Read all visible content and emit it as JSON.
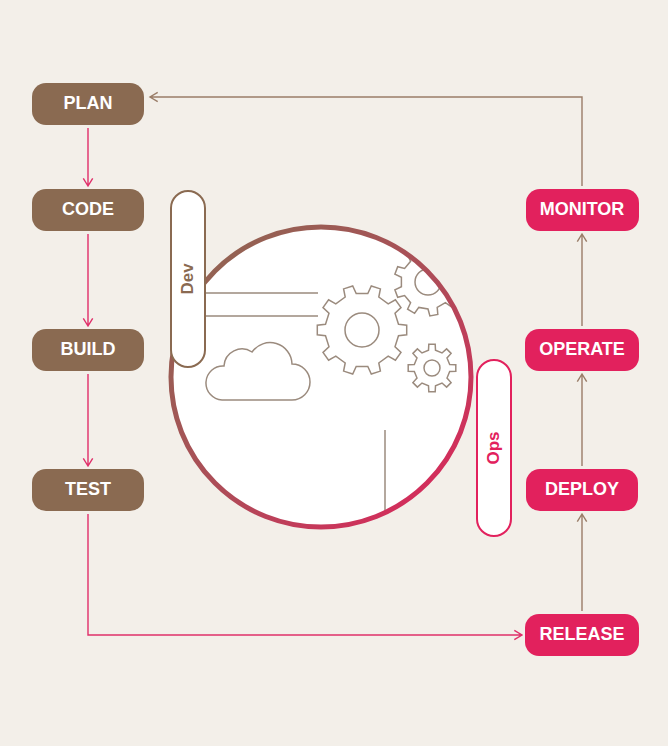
{
  "diagram": {
    "nodes": [
      {
        "text": [
          "PLAN"
        ]
      },
      {
        "text": [
          "CODE"
        ]
      },
      {
        "text": [
          "BUILD"
        ]
      },
      {
        "text": [
          "TEST"
        ]
      },
      {
        "text": [
          "Dev"
        ]
      },
      {
        "text": [
          "Ops"
        ]
      },
      {
        "text": [
          "MONITOR"
        ]
      },
      {
        "text": [
          "OPERATE"
        ]
      },
      {
        "text": [
          "DEPLOY"
        ]
      },
      {
        "text": [
          "RELEASE"
        ]
      }
    ],
    "edges": [
      {
        "from": 0,
        "to": 1,
        "arrow": "to"
      },
      {
        "from": 1,
        "to": 2,
        "arrow": "to"
      },
      {
        "from": 2,
        "to": 3,
        "arrow": "to"
      },
      {
        "from": 3,
        "to": 9,
        "arrow": "to"
      },
      {
        "from": 9,
        "to": 8,
        "arrow": "to"
      },
      {
        "from": 8,
        "to": 7,
        "arrow": "to"
      },
      {
        "from": 7,
        "to": 6,
        "arrow": "to"
      },
      {
        "from": 6,
        "to": 0,
        "arrow": "to"
      }
    ]
  }
}
